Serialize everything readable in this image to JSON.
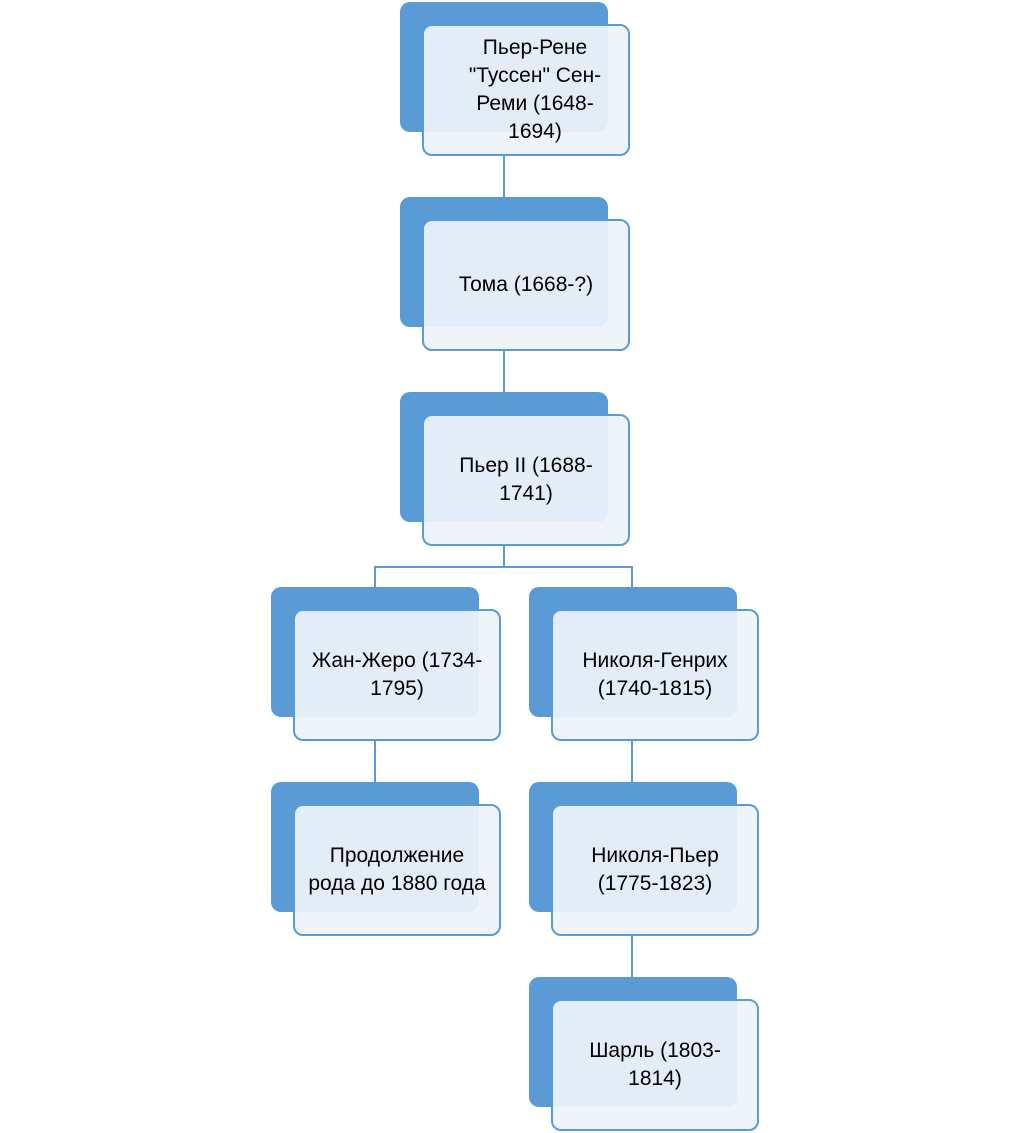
{
  "diagram": {
    "type": "family-tree",
    "accent_color": "#5b9bd5",
    "box_fill_color": "#eef3fa",
    "nodes": [
      {
        "id": "n1",
        "label": "Пьер-Рене \"Туссен\" Сен-Реми (1648-1694)"
      },
      {
        "id": "n2",
        "label": "Тома (1668-?)"
      },
      {
        "id": "n3",
        "label": "Пьер II (1688-1741)"
      },
      {
        "id": "n4",
        "label": "Жан-Жеро (1734-1795)"
      },
      {
        "id": "n5",
        "label": "Николя-Генрих (1740-1815)"
      },
      {
        "id": "n6",
        "label": "Продолжение рода до 1880 года"
      },
      {
        "id": "n7",
        "label": "Николя-Пьер (1775-1823)"
      },
      {
        "id": "n8",
        "label": "Шарль (1803-1814)"
      }
    ],
    "edges": [
      {
        "from": "n1",
        "to": "n2"
      },
      {
        "from": "n2",
        "to": "n3"
      },
      {
        "from": "n3",
        "to": "n4"
      },
      {
        "from": "n3",
        "to": "n5"
      },
      {
        "from": "n4",
        "to": "n6"
      },
      {
        "from": "n5",
        "to": "n7"
      },
      {
        "from": "n7",
        "to": "n8"
      }
    ]
  }
}
